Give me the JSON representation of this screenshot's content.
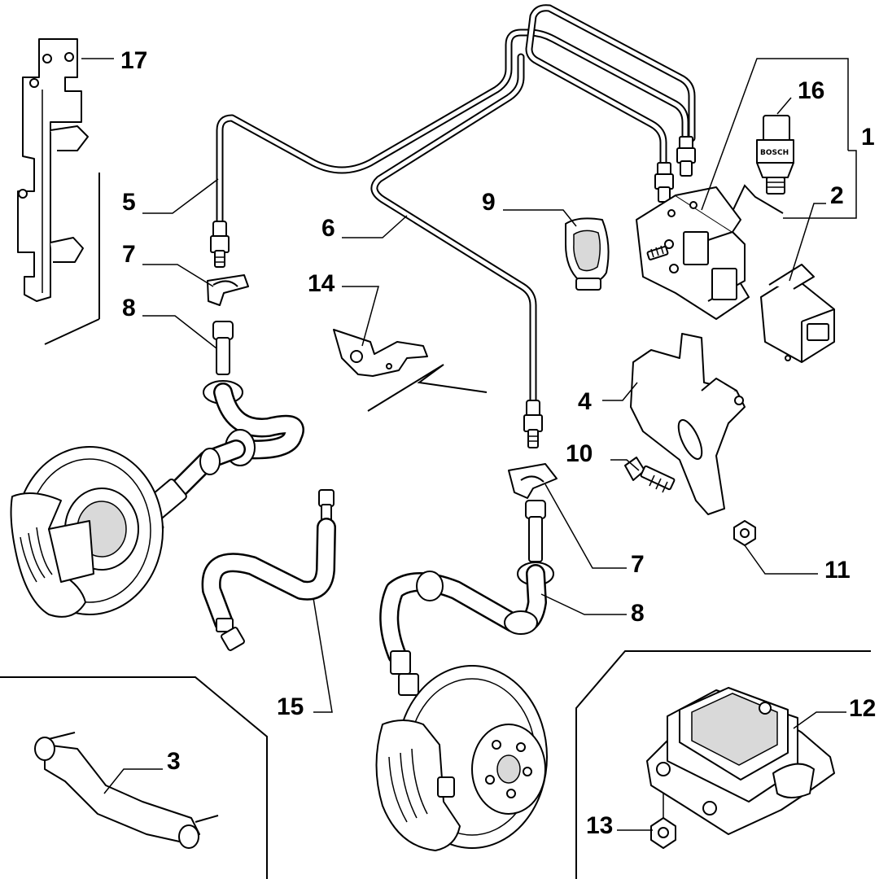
{
  "callouts": [
    {
      "id": "c1",
      "label": "1"
    },
    {
      "id": "c2",
      "label": "2"
    },
    {
      "id": "c3",
      "label": "3"
    },
    {
      "id": "c4",
      "label": "4"
    },
    {
      "id": "c5",
      "label": "5"
    },
    {
      "id": "c6",
      "label": "6"
    },
    {
      "id": "c7a",
      "label": "7"
    },
    {
      "id": "c7b",
      "label": "7"
    },
    {
      "id": "c8a",
      "label": "8"
    },
    {
      "id": "c8b",
      "label": "8"
    },
    {
      "id": "c9",
      "label": "9"
    },
    {
      "id": "c10",
      "label": "10"
    },
    {
      "id": "c11",
      "label": "11"
    },
    {
      "id": "c12",
      "label": "12"
    },
    {
      "id": "c13",
      "label": "13"
    },
    {
      "id": "c14",
      "label": "14"
    },
    {
      "id": "c15",
      "label": "15"
    },
    {
      "id": "c16",
      "label": "16"
    },
    {
      "id": "c17",
      "label": "17"
    }
  ],
  "sensor_brand": "BOSCH"
}
